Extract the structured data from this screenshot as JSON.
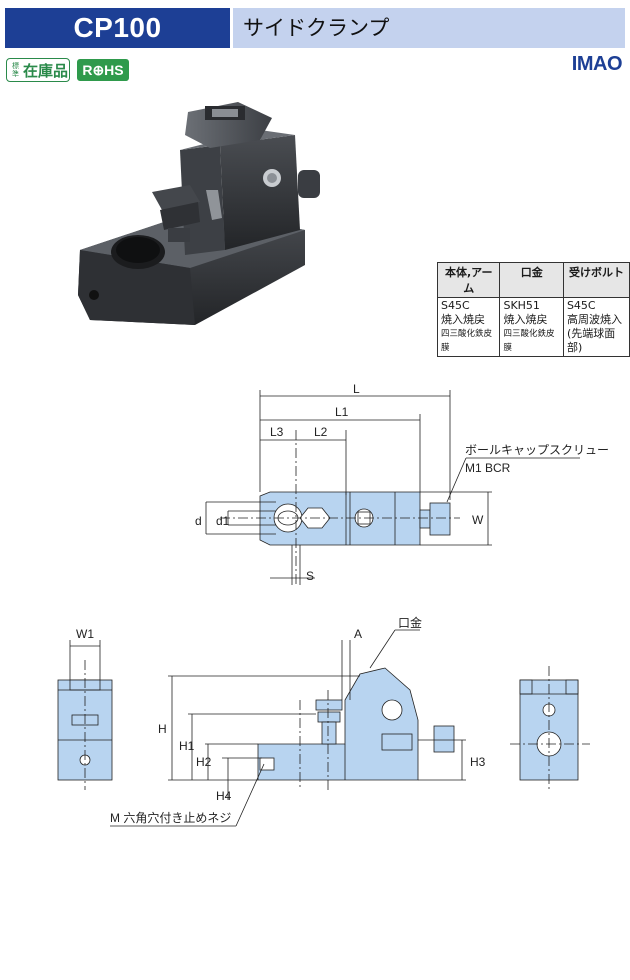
{
  "header": {
    "model": "CP100",
    "name": "サイドクランプ"
  },
  "badges": {
    "stock_small": "標準",
    "stock_big": "在庫品",
    "rohs": "R⊕HS"
  },
  "brand": "IMAO",
  "materials": {
    "headers": [
      "本体,アーム",
      "口金",
      "受けボルト"
    ],
    "cols": [
      {
        "l1": "S45C",
        "l2": "焼入焼戻",
        "l3": "四三酸化鉄皮膜"
      },
      {
        "l1": "SKH51",
        "l2": "焼入焼戻",
        "l3": "四三酸化鉄皮膜"
      },
      {
        "l1": "S45C",
        "l2": "高周波焼入",
        "l3": "(先端球面部)"
      }
    ]
  },
  "dims": {
    "L": "L",
    "L1": "L1",
    "L2": "L2",
    "L3": "L3",
    "d": "d",
    "d1": "d1",
    "W": "W",
    "S": "S",
    "W1": "W1",
    "A": "A",
    "H": "H",
    "H1": "H1",
    "H2": "H2",
    "H3": "H3",
    "H4": "H4"
  },
  "callouts": {
    "ball_screw": "ボールキャップスクリュー",
    "bcr": "M1 BCR",
    "jaw": "口金",
    "setscrew": "M 六角穴付き止めネジ"
  },
  "colors": {
    "header_blue": "#1d3f95",
    "header_light": "#c4d2ee",
    "part_fill": "#b8d4f0",
    "rohs_green": "#2f9a4c"
  }
}
